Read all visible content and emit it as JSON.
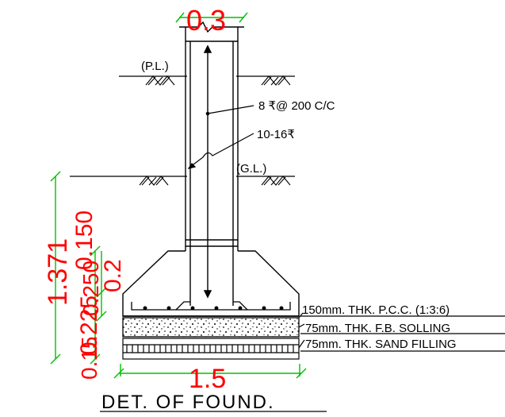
{
  "labels": {
    "plinth_level": "(P.L.)",
    "ground_level": "(G.L.)",
    "stirrups": "8 ₹@ 200 C/C",
    "main_bars": "10-16₹",
    "pcc": "150mm. THK. P.C.C. (1:3:6)",
    "fb_soling": "75mm. THK. F.B. SOLLING",
    "sand_filling": "75mm. THK. SAND FILLING"
  },
  "dimensions": {
    "column_width": "0.3",
    "overall_height": "1.371",
    "pedestal_depth": "0.150",
    "slope_depth": "0.2",
    "footing_thickness": "0.250",
    "soling_depth": "0.225",
    "base_layer": "0.15",
    "footing_width": "1.5"
  },
  "title": "DET. OF FOUND.",
  "colors": {
    "lines": "#000000",
    "dimension_text": "#ff0000",
    "dimension_lines": "#00c000"
  }
}
